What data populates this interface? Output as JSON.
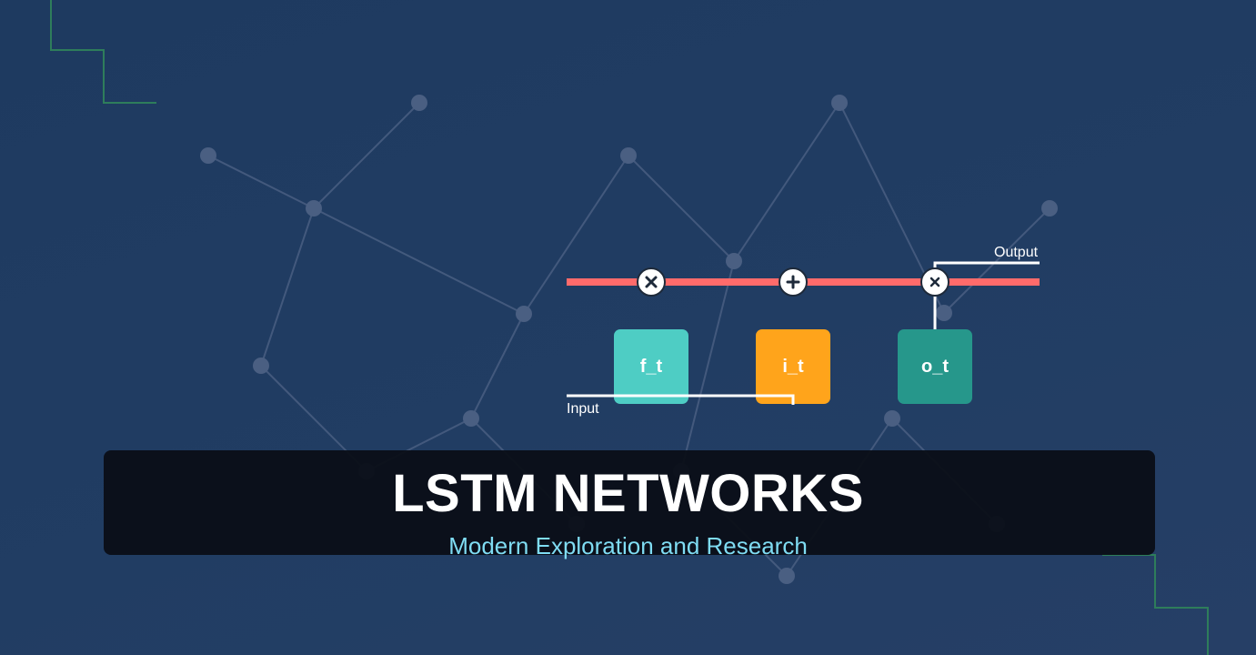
{
  "diagram": {
    "gates": {
      "forget": {
        "label": "f_t",
        "color": "#4ecdc4"
      },
      "input": {
        "label": "i_t",
        "color": "#ffa41b"
      },
      "output": {
        "label": "o_t",
        "color": "#26978b"
      }
    },
    "operators": {
      "forget_op": {
        "symbol": "×",
        "icon": "multiply-icon"
      },
      "add_op": {
        "symbol": "+",
        "icon": "plus-icon"
      },
      "output_op": {
        "symbol": "×",
        "icon": "multiply-icon"
      }
    },
    "input_label": "Input",
    "output_label": "Output",
    "cell_state_color": "#ff6b6b"
  },
  "title": {
    "heading": "LSTM NETWORKS",
    "subtitle": "Modern Exploration and Research"
  },
  "colors": {
    "background": "#213d63",
    "network_nodes": "#4a5f82",
    "corner_lines": "#2e7d5b",
    "subtitle": "#7fdcf3"
  }
}
